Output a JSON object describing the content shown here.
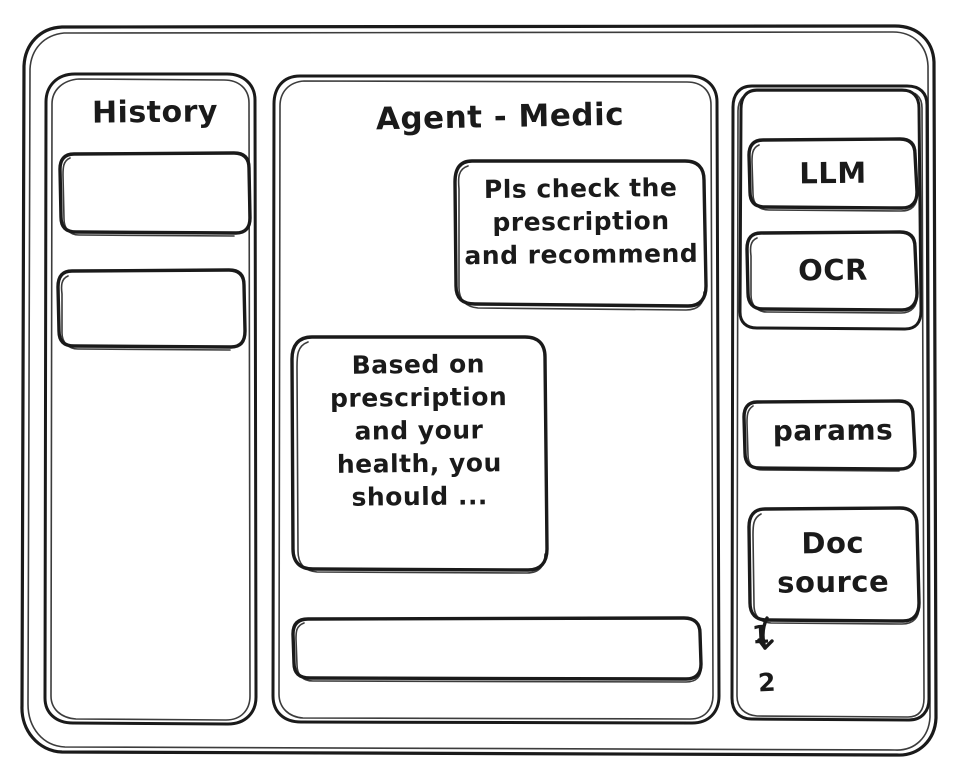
{
  "window": {
    "name": "agent-medic-wireframe"
  },
  "sidebar_left": {
    "title": "History",
    "items": [
      {
        "label": ""
      },
      {
        "label": ""
      }
    ]
  },
  "main": {
    "title": "Agent - Medic",
    "messages": [
      {
        "role": "user",
        "text": "Pls check the\nprescription\nand recommend"
      },
      {
        "role": "assistant",
        "text": "Based on\nprescription\nand your\nhealth, you\nshould ..."
      }
    ],
    "composer": {
      "value": "",
      "placeholder": ""
    }
  },
  "sidebar_right": {
    "tools": [
      {
        "label": "LLM"
      },
      {
        "label": "OCR"
      }
    ],
    "params": {
      "label": "params"
    },
    "doc_source": {
      "label": "Doc\nsource",
      "items": [
        {
          "label": "1"
        },
        {
          "label": "2"
        }
      ]
    }
  },
  "style": {
    "ink": "#1a1a1a",
    "paper": "#ffffff"
  }
}
